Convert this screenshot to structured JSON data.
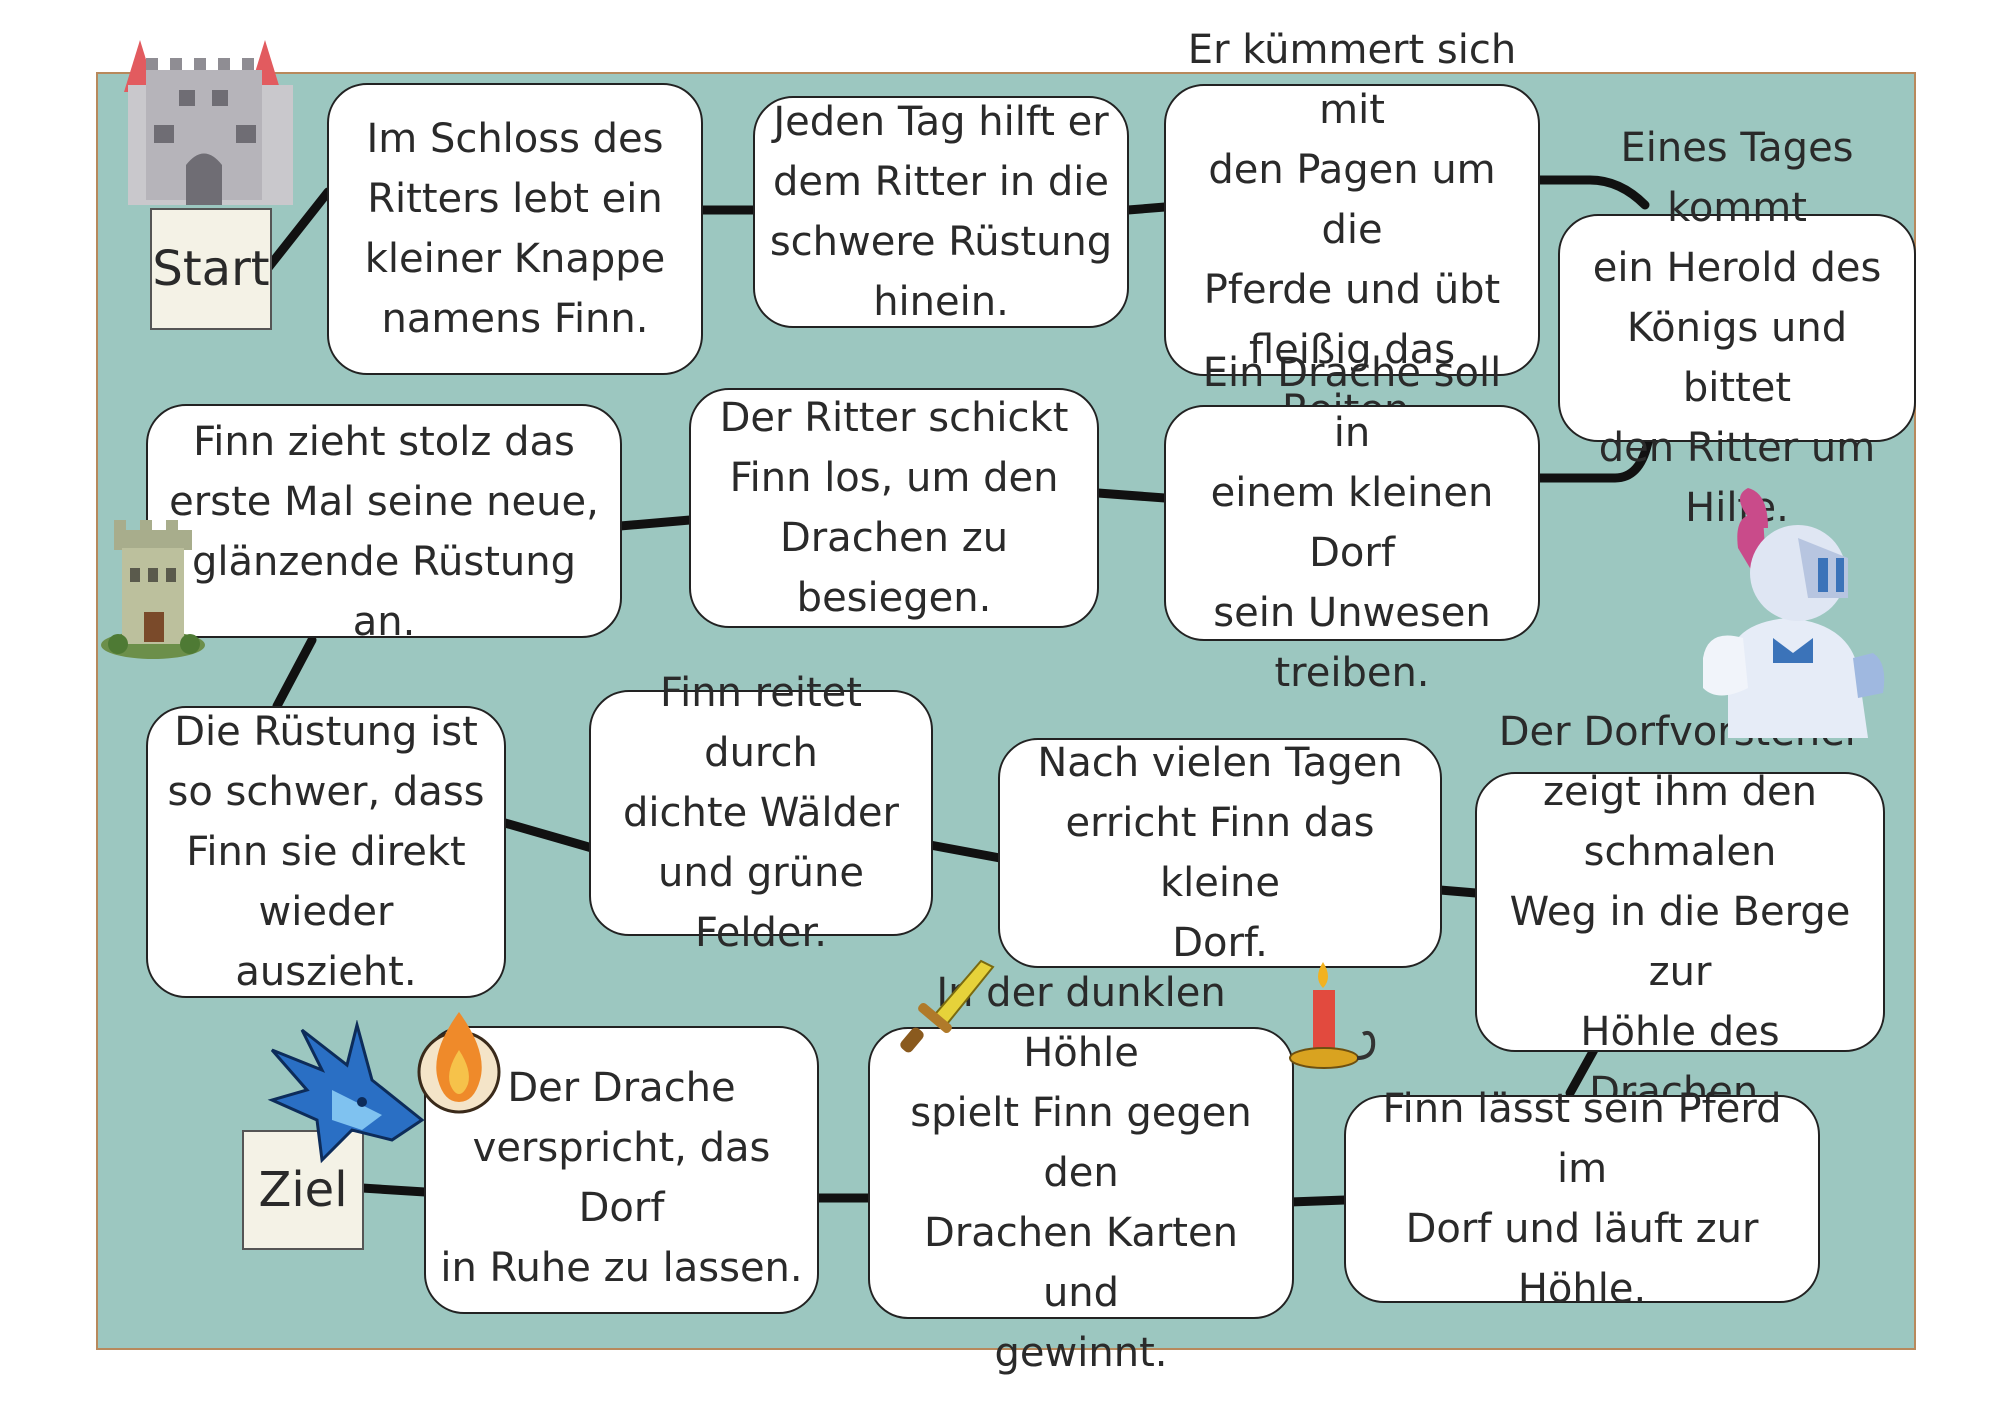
{
  "labels": {
    "start": "Start",
    "goal": "Ziel"
  },
  "fields": [
    "Im Schloss des\nRitters lebt ein\nkleiner Knappe\nnamens Finn.",
    "Jeden Tag hilft er\ndem Ritter in die\nschwere Rüstung\nhinein.",
    "Er kümmert sich mit\nden Pagen um die\nPferde und übt\nfleißig das Reiten.",
    "Eines Tages kommt\nein Herold des\nKönigs und bittet\nden Ritter um Hilfe.",
    "Ein Drache soll in\neinem kleinen Dorf\nsein Unwesen\ntreiben.",
    "Der Ritter schickt\nFinn los, um den\nDrachen zu besiegen.",
    "Finn zieht stolz das\nerste Mal seine neue,\nglänzende Rüstung an.",
    "Die Rüstung ist\nso schwer, dass\nFinn sie direkt\nwieder auszieht.",
    "Finn reitet durch\ndichte Wälder\nund grüne Felder.",
    "Nach vielen Tagen\nerricht Finn das kleine\nDorf.",
    "Der Dorfvorsteher\nzeigt ihm den schmalen\nWeg in die Berge zur\nHöhle des Drachen.",
    "Finn lässt sein Pferd im\nDorf und läuft zur\nHöhle.",
    "In der dunklen Höhle\nspielt Finn  gegen den\nDrachen Karten und\ngewinnt.",
    "Der Drache\nverspricht, das Dorf\nin Ruhe zu lassen."
  ],
  "colors": {
    "board": "#9cc7c0",
    "path": "#111111",
    "field_bg": "#ffffff",
    "label_bg": "#f4f2e6"
  },
  "icons": [
    "castle-icon",
    "tower-icon",
    "knight-icon",
    "sword-icon",
    "candle-icon",
    "dragon-icon",
    "fire-icon"
  ]
}
